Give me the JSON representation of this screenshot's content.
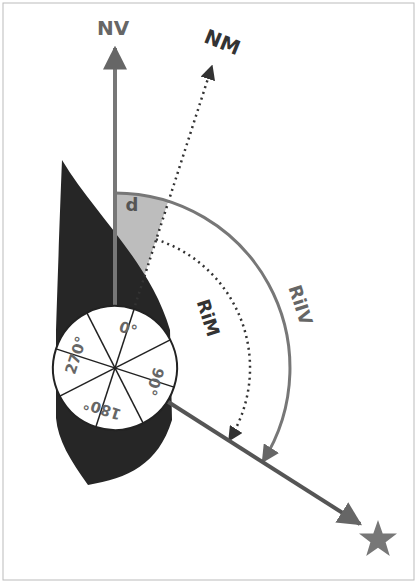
{
  "diagram": {
    "labels": [
      "NV",
      "NM",
      "d",
      "RiIV",
      "RiM",
      "0°",
      "90°",
      "180°",
      "270°"
    ]
  }
}
